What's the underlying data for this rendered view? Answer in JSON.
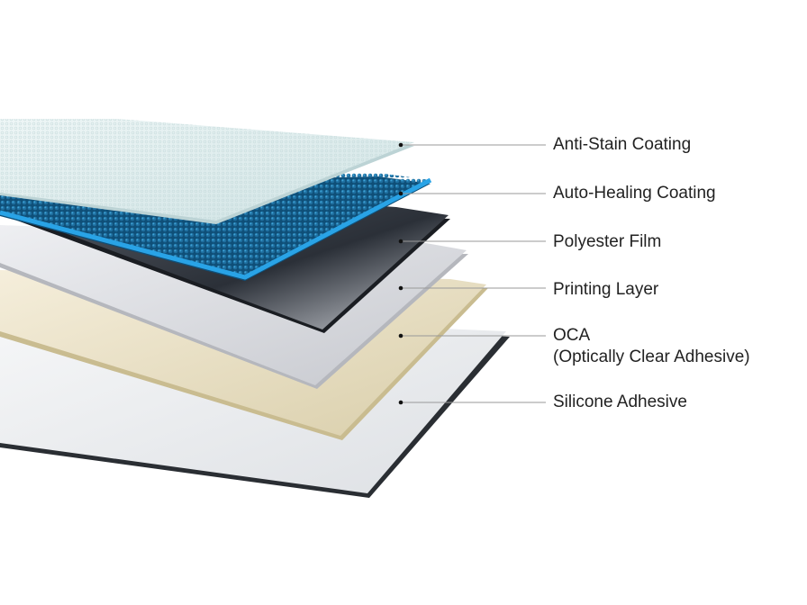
{
  "layers": [
    {
      "name": "Anti-Stain Coating",
      "color": "#e4f0f0"
    },
    {
      "name": "Auto-Healing Coating",
      "color": "#1e8fd0"
    },
    {
      "name": "Polyester Film",
      "color": "#2b3139"
    },
    {
      "name": "Printing Layer",
      "color": "#dcdde2"
    },
    {
      "name": "OCA",
      "subtitle": "(Optically Clear Adhesive)",
      "color": "#ece3c8"
    },
    {
      "name": "Silicone Adhesive",
      "color": "#edeff1"
    }
  ],
  "leader_color": "#999999",
  "dot_color": "#111111"
}
